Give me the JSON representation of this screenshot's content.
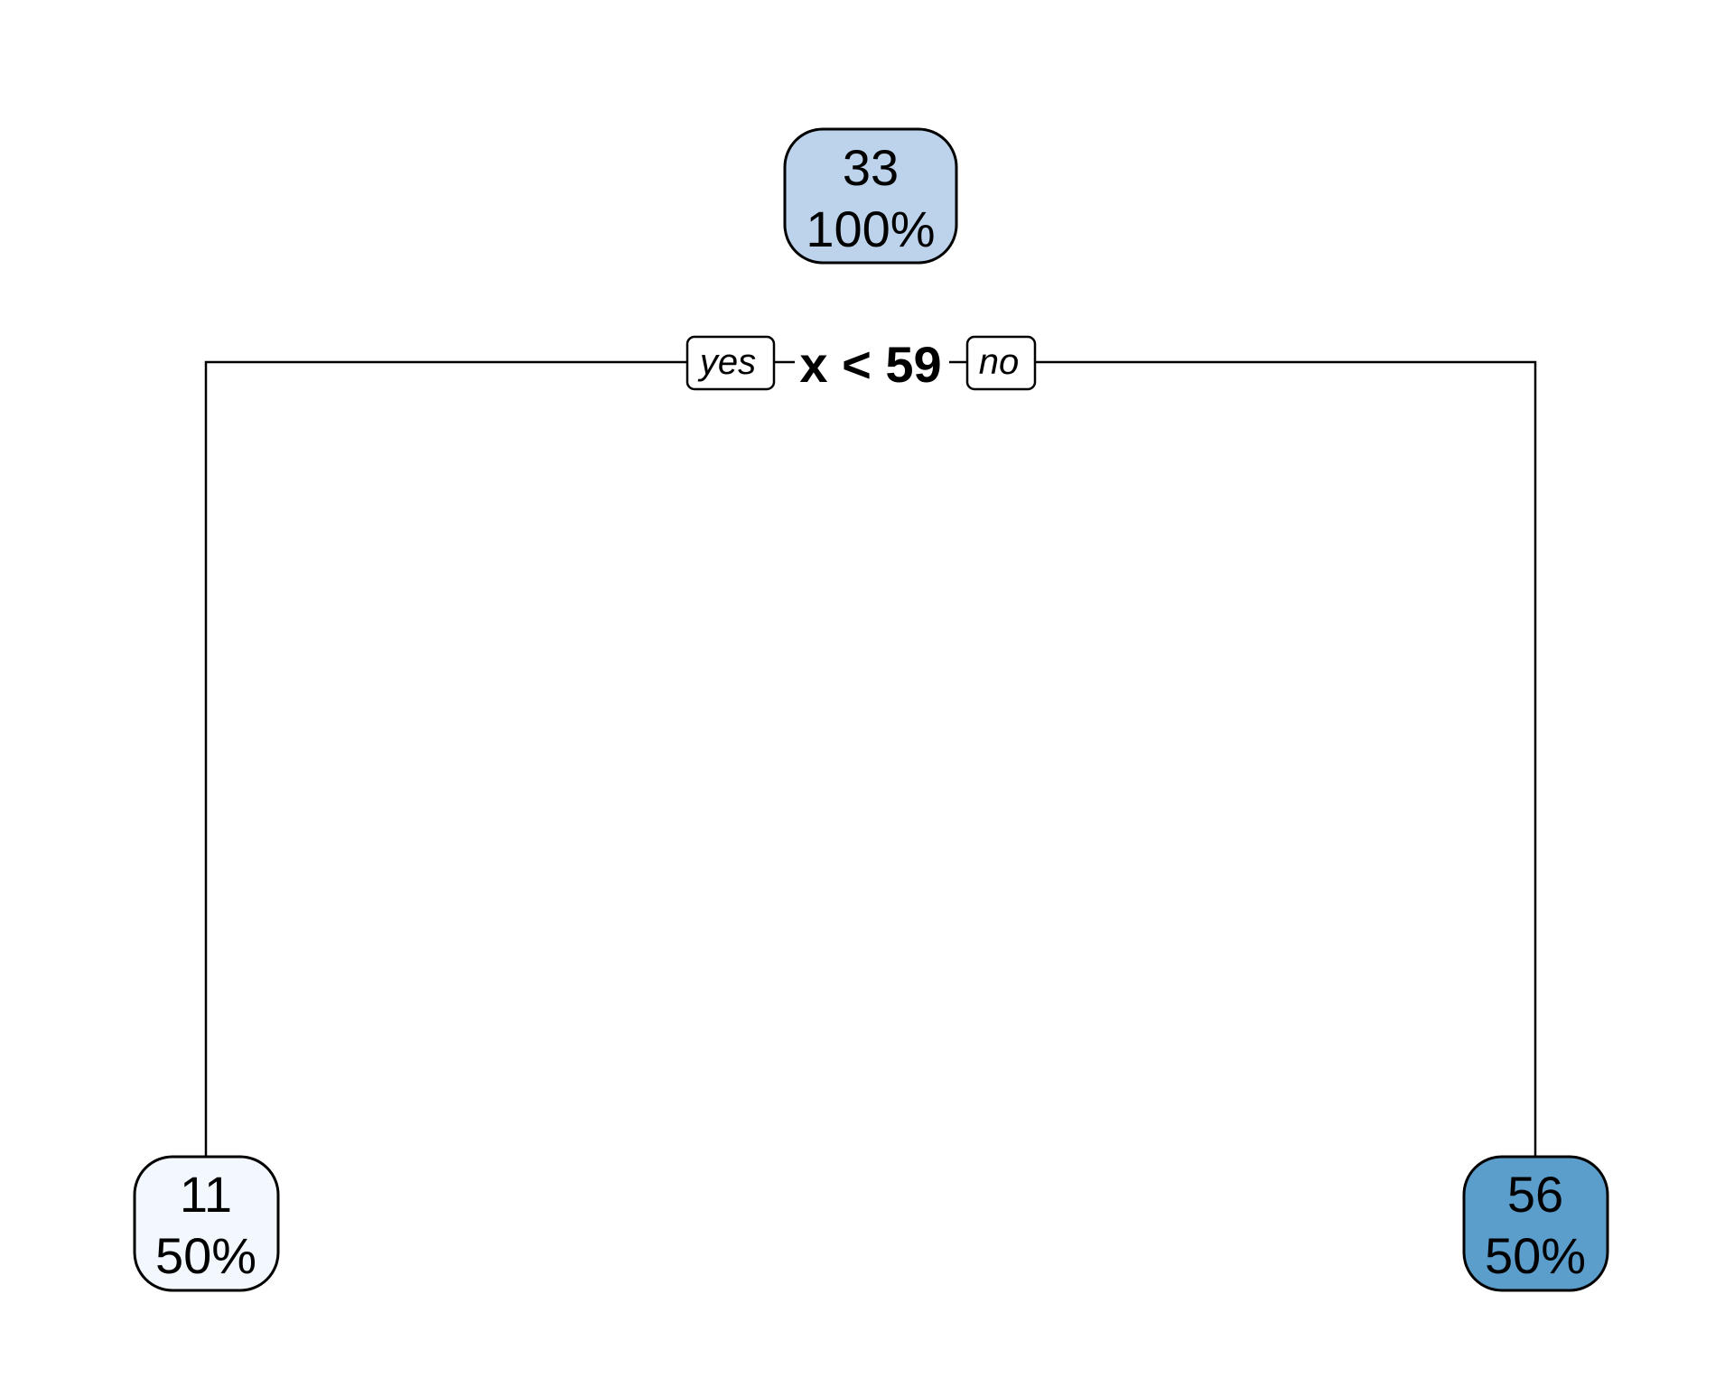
{
  "tree": {
    "root": {
      "value": "33",
      "percent": "100%",
      "fill": "#bdd3ec"
    },
    "split": {
      "condition": "x < 59",
      "yes_label": "yes",
      "no_label": "no"
    },
    "left_leaf": {
      "value": "11",
      "percent": "50%",
      "fill": "#f2f8fe"
    },
    "right_leaf": {
      "value": "56",
      "percent": "50%",
      "fill": "#5c9ecb"
    }
  }
}
